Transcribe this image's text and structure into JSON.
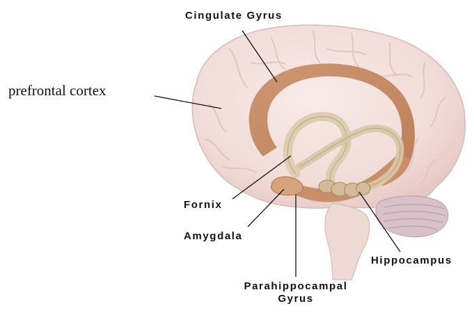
{
  "labels": {
    "cingulate_gyrus": "Cingulate Gyrus",
    "prefrontal_cortex": "prefrontal cortex",
    "fornix": "Fornix",
    "amygdala": "Amygdala",
    "hippocampus": "Hippocampus",
    "parahippocampal_line1": "Parahippocampal",
    "parahippocampal_line2": "Gyrus"
  },
  "colors": {
    "background": "#ffffff",
    "brain": "#f3dedb",
    "brain_edge": "#d7b8b3",
    "cerebellum": "#c8b0b8",
    "cingulate": "#c8906a",
    "fornix": "#d9c7a7",
    "hippocampus": "#c8a58a",
    "leader_line": "#111111"
  }
}
